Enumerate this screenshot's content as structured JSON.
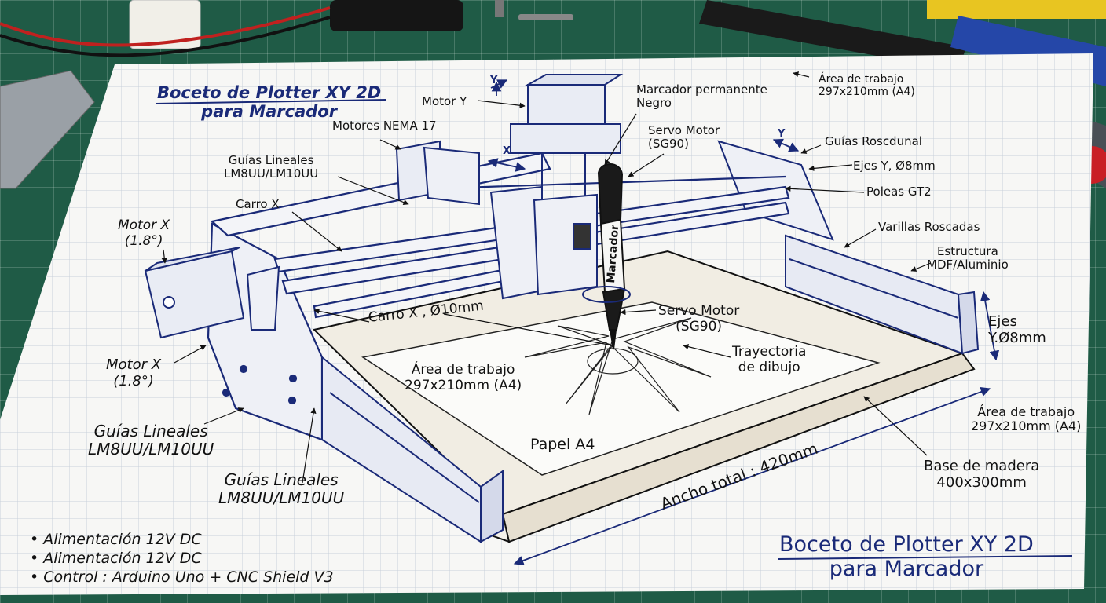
{
  "title_top": {
    "line1": "Boceto de Plotter XY 2D",
    "line2": "para Marcador"
  },
  "title_bottom": {
    "line1": "Boceto de Plotter XY 2D",
    "line2": "para Marcador"
  },
  "labels": {
    "motor_y": "Motor Y",
    "motores_nema": "Motores NEMA 17",
    "marcador_line1": "Marcador permanente",
    "marcador_line2": "Negro",
    "servo_top_line1": "Servo Motor",
    "servo_top_line2": "(SG90)",
    "area_top_line1": "Área de trabajo",
    "area_top_line2": "297x210mm (A4)",
    "guias_lin_top_line1": "Guías Lineales",
    "guias_lin_top_line2": "LM8UU/LM10UU",
    "guias_roscdunal": "Guías Roscdunal",
    "ejes_y_top": "Ejes Y, Ø8mm",
    "poleas": "Poleas GT2",
    "varillas": "Varillas Roscadas",
    "estructura_line1": "Estructura",
    "estructura_line2": "MDF/Aluminio",
    "carro_x_top": "Carro X",
    "motor_x_top_line1": "Motor X",
    "motor_x_top_line2": "(1.8°)",
    "carro_x_mid": "Carro X , Ø10mm",
    "servo_mid_line1": "Servo Motor",
    "servo_mid_line2": "(SG90)",
    "trayectoria_line1": "Trayectoria",
    "trayectoria_line2": "de dibujo",
    "area_mid_line1": "Área de trabajo",
    "area_mid_line2": "297x210mm (A4)",
    "ejes_y_right_line1": "Ejes",
    "ejes_y_right_line2": "Y.Ø8mm",
    "motor_x_left_line1": "Motor X",
    "motor_x_left_line2": "(1.8°)",
    "area_right_line1": "Área de trabajo",
    "area_right_line2": "297x210mm (A4)",
    "guias_lin_left_line1": "Guías Lineales",
    "guias_lin_left_line2": "LM8UU/LM10UU",
    "guias_lin_bottom_line1": "Guías Lineales",
    "guias_lin_bottom_line2": "LM8UU/LM10UU",
    "papel": "Papel A4",
    "base_line1": "Base de madera",
    "base_line2": "400x300mm",
    "ancho_total": "Ancho total : 420mm",
    "marcador_body": "Marcador",
    "axis_x": "X",
    "axis_y_top": "Y",
    "axis_y_right": "Y"
  },
  "notes": [
    "• Alimentación 12V DC",
    "• Alimentación 12V DC",
    "• Control : Arduino Uno + CNC Shield V3"
  ],
  "colors": {
    "mat": "#1f5b46",
    "paper": "#f7f7f5",
    "grid": "#c9d0da",
    "ink": "#111111",
    "blue_ink": "#1a2a78"
  }
}
